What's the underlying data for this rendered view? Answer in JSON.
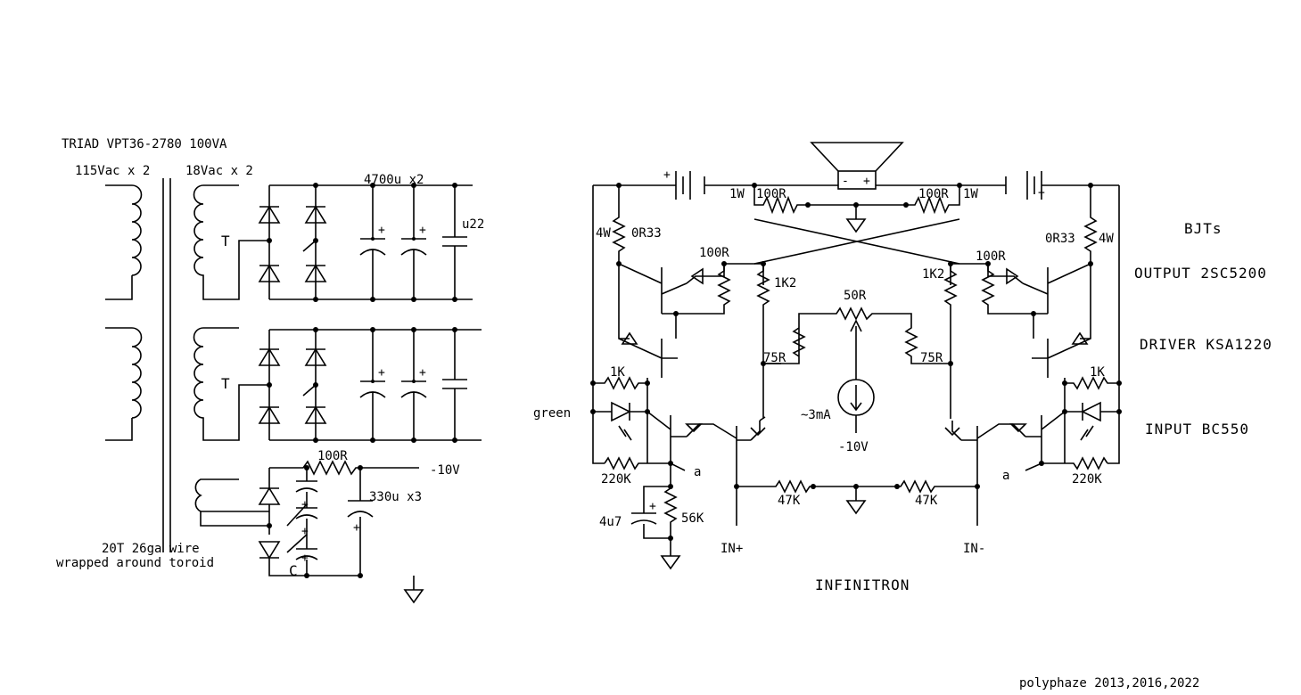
{
  "colors": {
    "ink": "#000000",
    "background": "#ffffff"
  },
  "psu": {
    "transformer_title": "TRIAD VPT36-2780  100VA",
    "primary_label": "115Vac x 2",
    "secondary_label": "18Vac x 2",
    "thermal_mark_1": "T",
    "thermal_mark_2": "T",
    "cap_bank_label": "4700u x2",
    "film_cap_label": "u22",
    "bias_resistor_label": "100R",
    "bias_rail_label": "-10V",
    "bias_caps_label": "330u x3",
    "aux_winding_label_1": "20T 26ga wire",
    "aux_winding_label_2": "wrapped around toroid",
    "aux_cap_label": "C"
  },
  "amp": {
    "plus_left": "+",
    "plus_right": "+",
    "speaker_minus": "-",
    "speaker_plus": "+",
    "watt_left": "1W",
    "watt_right": "1W",
    "zobel_left": "100R",
    "zobel_right": "100R",
    "emitter_left_watt": "4W",
    "emitter_left_value": "0R33",
    "emitter_right_value": "0R33",
    "emitter_right_watt": "4W",
    "base_left": "100R",
    "base_right": "100R",
    "driver_left": "1K2",
    "driver_right": "1K2",
    "pot_label": "50R",
    "bias_left": "75R",
    "bias_right": "75R",
    "current_label": "~3mA",
    "source_rail": "-10V",
    "led_r_left": "1K",
    "led_r_right": "1K",
    "led_label": "green",
    "fb_left": "220K",
    "fb_right": "220K",
    "node_left": "a",
    "node_right": "a",
    "input_r_left": "47K",
    "input_r_right": "47K",
    "cap_label": "4u7",
    "shunt_label": "56K",
    "in_plus": "IN+",
    "in_minus": "IN-",
    "circuit_name": "INFINITRON"
  },
  "legend": {
    "title": "BJTs",
    "output": "OUTPUT 2SC5200",
    "driver": "DRIVER KSA1220",
    "input": "INPUT BC550"
  },
  "credit": "polyphaze  2013,2016,2022"
}
